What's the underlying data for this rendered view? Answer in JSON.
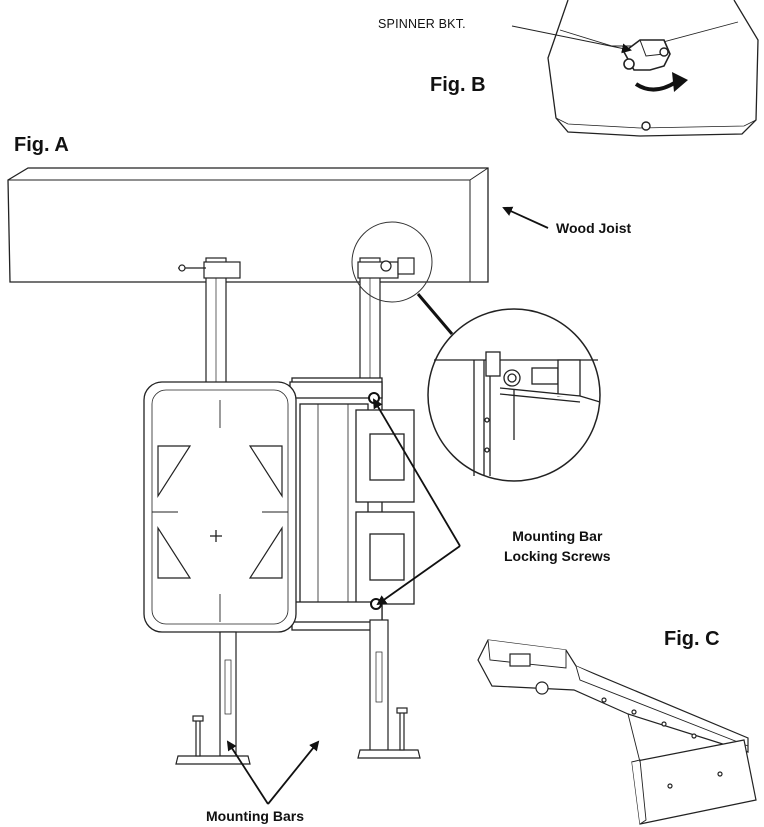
{
  "figures": {
    "a": "Fig. A",
    "b": "Fig. B",
    "c": "Fig. C"
  },
  "labels": {
    "spinner_bracket": "SPINNER BKT.",
    "wood_joist": "Wood Joist",
    "locking_screws_line1": "Mounting Bar",
    "locking_screws_line2": "Locking Screws",
    "mounting_bars": "Mounting Bars"
  }
}
